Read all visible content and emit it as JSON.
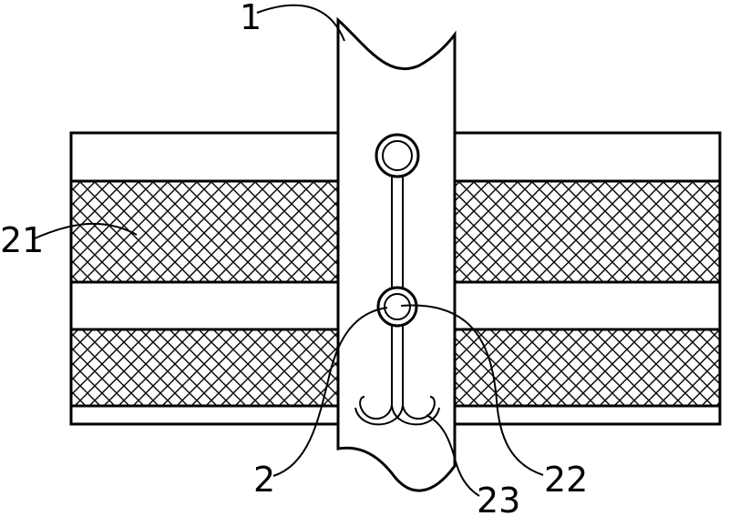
{
  "labels": {
    "strip": "1",
    "hook": "2",
    "mesh": "21",
    "ring": "22",
    "hook_end": "23"
  },
  "colors": {
    "line": "#000000",
    "background": "#ffffff"
  }
}
